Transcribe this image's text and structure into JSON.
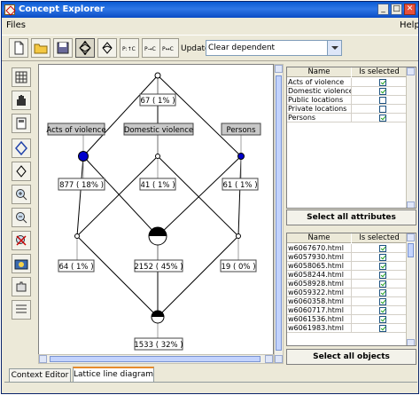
{
  "window": {
    "title": "Concept Explorer",
    "minimize": "_",
    "maximize": "□",
    "close": "✕"
  },
  "menu": {
    "files": "Files",
    "help": "Help"
  },
  "toolbar": {
    "update_label": "Update:",
    "update_value": "Clear dependent",
    "icons": [
      "new-icon",
      "open-icon",
      "save-icon",
      "lattice-icon",
      "lattice-small-icon",
      "p-text-icon",
      "p-arrow-icon",
      "p-arrow-icon"
    ],
    "p1": "P:↑C",
    "p2": "P→C",
    "p3": "P↔C"
  },
  "left_tools": [
    "grid-icon",
    "hand-icon",
    "page-icon",
    "diamond-icon",
    "diamond-small-icon",
    "zoom-in-icon",
    "zoom-out-icon",
    "remove-icon",
    "camera-icon",
    "puzzle-icon",
    "list-icon"
  ],
  "diagram": {
    "nodes": [
      {
        "id": "top",
        "count": "67 ( 1% )",
        "fill": "white"
      },
      {
        "id": "violence",
        "attr": "Acts of violence",
        "count": "877 ( 18% )",
        "fill": "blue"
      },
      {
        "id": "domestic",
        "attr": "Domestic violence",
        "count": "41 ( 1% )",
        "fill": "white"
      },
      {
        "id": "persons",
        "attr": "Persons",
        "count": "61 ( 1% )",
        "fill": "blue"
      },
      {
        "id": "left-mid",
        "count": "64 ( 1% )",
        "fill": "white"
      },
      {
        "id": "center",
        "count": "2152 ( 45% )",
        "fill": "black"
      },
      {
        "id": "right-mid",
        "count": "19 ( 0% )",
        "fill": "white"
      },
      {
        "id": "bottom",
        "count": "1533 ( 32% )",
        "fill": "black"
      }
    ]
  },
  "attributes": {
    "col_name": "Name",
    "col_selected": "Is selected",
    "rows": [
      {
        "name": "Acts of violence",
        "selected": true
      },
      {
        "name": "Domestic violence",
        "selected": true
      },
      {
        "name": "Public locations",
        "selected": false
      },
      {
        "name": "Private locations",
        "selected": false
      },
      {
        "name": "Persons",
        "selected": true
      }
    ],
    "button": "Select all attributes"
  },
  "objects": {
    "col_name": "Name",
    "col_selected": "Is selected",
    "rows": [
      {
        "name": "w6067670.html",
        "selected": true
      },
      {
        "name": "w6057930.html",
        "selected": true
      },
      {
        "name": "w6058065.html",
        "selected": true
      },
      {
        "name": "w6058244.html",
        "selected": true
      },
      {
        "name": "w6058928.html",
        "selected": true
      },
      {
        "name": "w6059322.html",
        "selected": true
      },
      {
        "name": "w6060358.html",
        "selected": true
      },
      {
        "name": "w6060717.html",
        "selected": true
      },
      {
        "name": "w6061536.html",
        "selected": true
      },
      {
        "name": "w6061983.html",
        "selected": true
      }
    ],
    "button": "Select all objects"
  },
  "tabs": [
    {
      "label": "Context Editor",
      "active": false
    },
    {
      "label": "Lattice line diagram",
      "active": true
    }
  ],
  "colors": {
    "title_blue": "#0a5bd4",
    "node_blue": "#0000cc",
    "attr_label_bg": "#c8c8c8",
    "check_green": "#21a121"
  }
}
